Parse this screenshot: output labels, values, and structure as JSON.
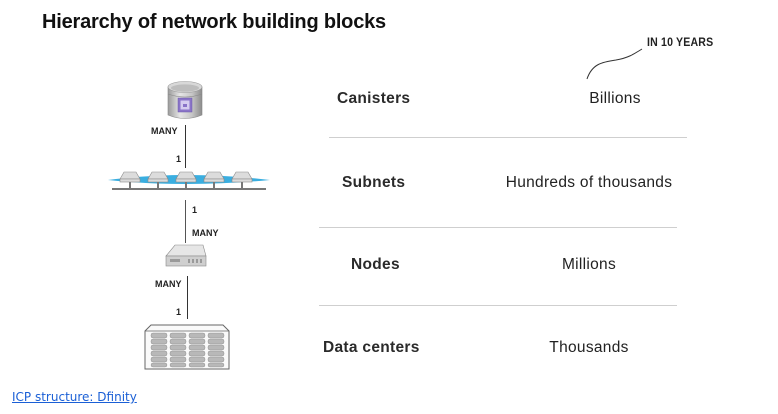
{
  "title": "Hierarchy of network building blocks",
  "annotation": "IN 10 YEARS",
  "rows": [
    {
      "name": "Canisters",
      "value": "Billions",
      "icon": "canister-icon"
    },
    {
      "name": "Subnets",
      "value": "Hundreds of thousands",
      "icon": "subnet-icon"
    },
    {
      "name": "Nodes",
      "value": "Millions",
      "icon": "node-server-icon"
    },
    {
      "name": "Data centers",
      "value": "Thousands",
      "icon": "data-center-icon"
    }
  ],
  "relations": [
    {
      "upper": "MANY",
      "lower": "1"
    },
    {
      "upper": "1",
      "lower": "MANY"
    },
    {
      "upper": "MANY",
      "lower": "1"
    }
  ],
  "caption_link": "ICP structure: Dfinity",
  "colors": {
    "network_band": "#3aaee0",
    "canister_label": "#8a74c8",
    "link": "#1a5fd6",
    "divider": "#cfcfcf"
  }
}
